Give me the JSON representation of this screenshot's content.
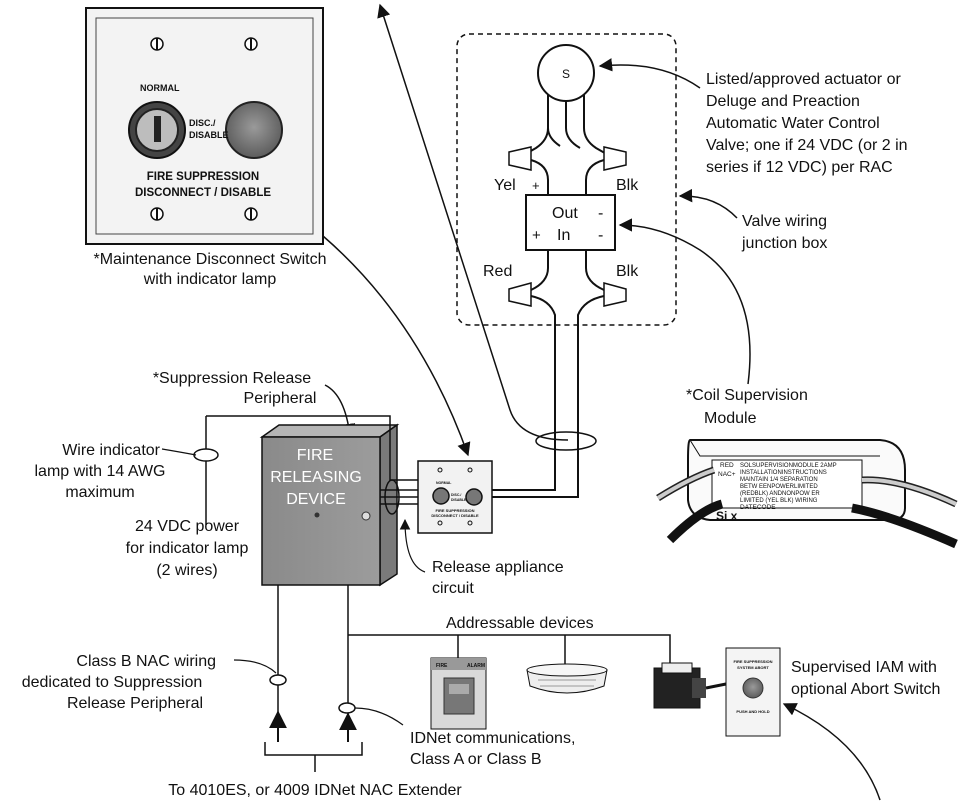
{
  "switch_plate": {
    "normal_label": "NORMAL",
    "disc_label_1": "DISC./",
    "disc_label_2": "DISABLE",
    "title_1": "FIRE SUPPRESSION",
    "title_2": "DISCONNECT / DISABLE"
  },
  "labels": {
    "maintenance_switch_1": "*Maintenance Disconnect Switch",
    "maintenance_switch_2": "with indicator lamp",
    "actuator_1": "Listed/approved actuator or",
    "actuator_2": "Deluge and Preaction",
    "actuator_3": "Automatic Water Control",
    "actuator_4": "Valve; one if 24 VDC (or 2 in",
    "actuator_5": "series if 12 VDC) per RAC",
    "valve_box_1": "Valve wiring",
    "valve_box_2": "junction box",
    "suppression_periph_1": "*Suppression Release",
    "suppression_periph_2": "Peripheral",
    "coil_sup_1": "*Coil Supervision",
    "coil_sup_2": "Module",
    "wire_lamp_1": "Wire indicator",
    "wire_lamp_2": "lamp with 14 AWG",
    "wire_lamp_3": "maximum",
    "power_1": "24 VDC power",
    "power_2": "for indicator lamp",
    "power_3": "(2 wires)",
    "release_1": "Release appliance",
    "release_2": "circuit",
    "addressable": "Addressable devices",
    "classb_1": "Class B NAC wiring",
    "classb_2": "dedicated to Suppression",
    "classb_3": "Release Peripheral",
    "iam_1": "Supervised IAM with",
    "iam_2": "optional Abort Switch",
    "idnet_1": "IDNet communications,",
    "idnet_2": "Class A or Class B",
    "bottom": "To 4010ES, or 4009 IDNet NAC Extender"
  },
  "junction": {
    "solenoid": "S",
    "yel": "Yel",
    "blk_top": "Blk",
    "red": "Red",
    "blk_bottom": "Blk",
    "plus_top": "+",
    "out": "Out",
    "minus_top": "-",
    "plus_in": "+",
    "in": "In",
    "minus_in": "-"
  },
  "panel": {
    "line1": "FIRE",
    "line2": "RELEASING",
    "line3": "DEVICE"
  },
  "mini_plate": {
    "normal": "NORMAL",
    "disc": "DISC./",
    "disable": "DISABLE",
    "title_1": "FIRE SUPPRESSION",
    "title_2": "DISCONNECT / DISABLE"
  },
  "coil_module": {
    "text_1": "SOLSUPERVISIONMODULE 2AMP",
    "text_2": "INSTALLATIONINSTRUCTIONS",
    "text_3": "MAINTAIN 1/4 SEPARATION",
    "text_4": "BETW EENPOWERLIMITED",
    "text_5": "(REDBLK) ANDNONPOW ER",
    "text_6": "LIMITED (YEL BLK) WIRING",
    "red_label": "RED",
    "nac_label": "NAC+",
    "datecode": "DATECODE",
    "brand": "Si  x"
  },
  "pull_station": {
    "fire": "FIRE",
    "alarm": "ALARM"
  },
  "iam_plate": {
    "t1": "FIRE SUPPRESSION",
    "t2": "SYSTEM ABORT",
    "t3": "PUSH AND HOLD"
  },
  "colors": {
    "ink": "#111111",
    "plate_face": "#efefef",
    "panel_gray": "#8f8f8f",
    "lamp_gray": "#8a8a8a"
  }
}
